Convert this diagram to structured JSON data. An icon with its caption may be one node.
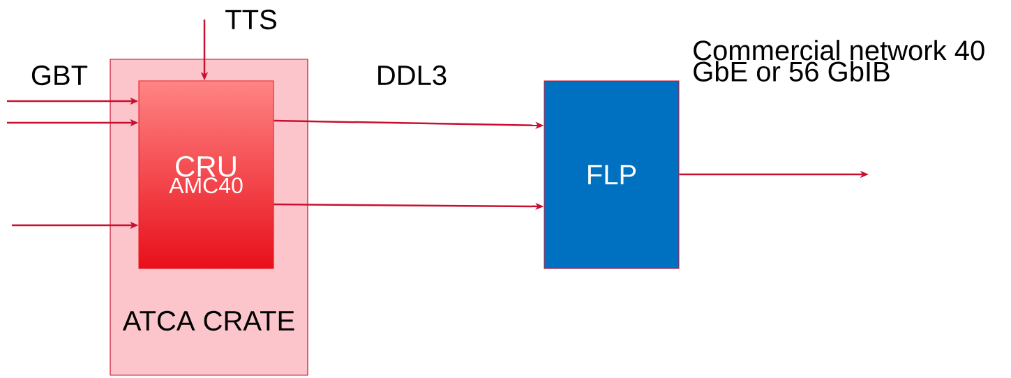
{
  "diagram": {
    "nodes": [
      {
        "text": [
          "ATCA CRATE"
        ]
      },
      {
        "text": [
          "CRU",
          "AMC40"
        ],
        "in": 0
      },
      {
        "text": [
          "FLP"
        ]
      }
    ],
    "edges": [
      {
        "from": null,
        "to": 1,
        "arrow": "to"
      },
      {
        "from": null,
        "to": 1,
        "arrow": "to"
      },
      {
        "from": null,
        "to": 1,
        "arrow": "to"
      },
      {
        "from": null,
        "to": 1,
        "arrow": "to"
      },
      {
        "from": 1,
        "to": 2,
        "arrow": "to"
      },
      {
        "from": 1,
        "to": 2,
        "arrow": "to"
      },
      {
        "from": 2,
        "to": null,
        "arrow": "to"
      }
    ],
    "labels": [
      "TTS",
      "GBT",
      "DDL3",
      "Commercial network 40 GbE or 56 GbIB"
    ]
  }
}
